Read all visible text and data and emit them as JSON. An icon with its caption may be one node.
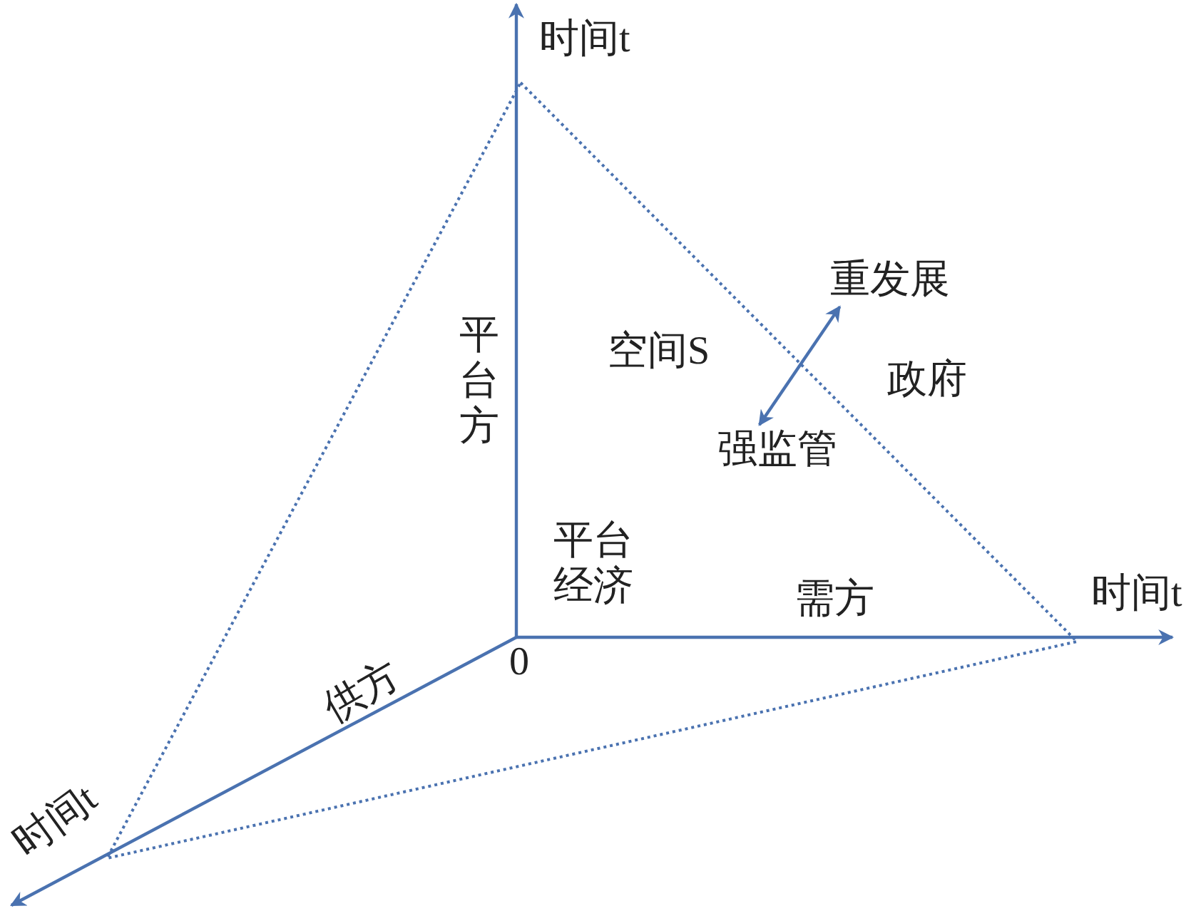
{
  "diagram": {
    "nodes": [
      {
        "text": [
          "重发展"
        ]
      },
      {
        "text": [
          "强监管"
        ]
      }
    ],
    "edges": [
      {
        "from": 0,
        "to": 1,
        "arrow": "both"
      }
    ],
    "labels": [
      "时间t",
      "平台方",
      "空间S",
      "政府",
      "平台经济",
      "时间t",
      "需方",
      "0",
      "供方",
      "时间t"
    ]
  }
}
